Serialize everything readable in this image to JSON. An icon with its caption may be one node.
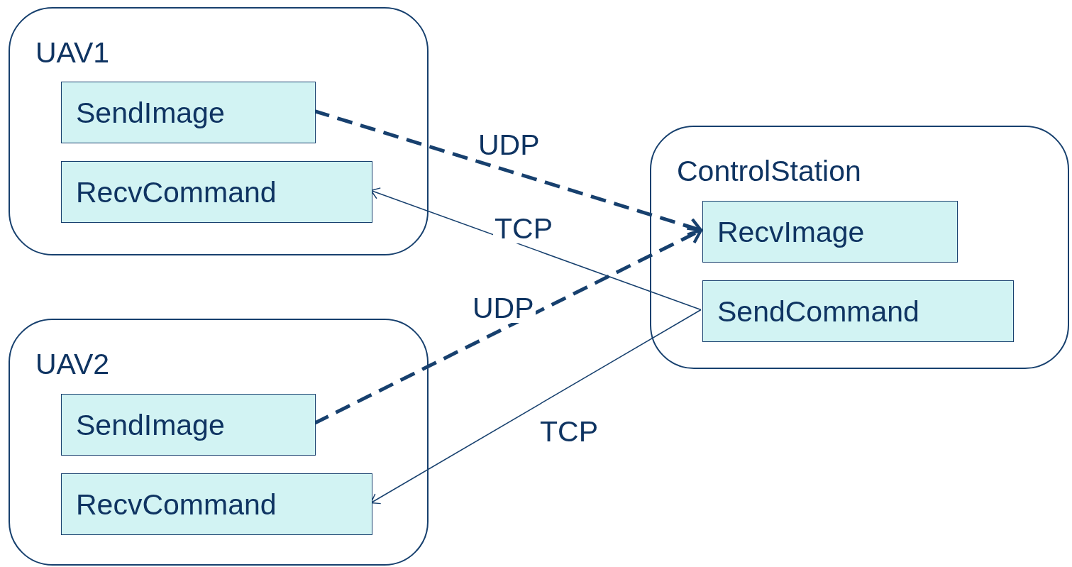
{
  "diagram": {
    "nodes": [
      {
        "text": [
          "UAV1"
        ]
      },
      {
        "text": [
          "SendImage"
        ],
        "in": 0
      },
      {
        "text": [
          "RecvCommand"
        ],
        "in": 0
      },
      {
        "text": [
          "UAV2"
        ]
      },
      {
        "text": [
          "SendImage"
        ],
        "in": 3
      },
      {
        "text": [
          "RecvCommand"
        ],
        "in": 3
      },
      {
        "text": [
          "ControlStation"
        ]
      },
      {
        "text": [
          "RecvImage"
        ],
        "in": 6
      },
      {
        "text": [
          "SendCommand"
        ],
        "in": 6
      }
    ],
    "edges": [
      {
        "from": 1,
        "to": 7,
        "arrow": "to",
        "label": "UDP",
        "style": "dashed"
      },
      {
        "from": 8,
        "to": 2,
        "arrow": "to",
        "label": "TCP"
      },
      {
        "from": 4,
        "to": 7,
        "arrow": "to",
        "label": "UDP",
        "style": "dashed"
      },
      {
        "from": 8,
        "to": 5,
        "arrow": "to",
        "label": "TCP"
      }
    ]
  }
}
